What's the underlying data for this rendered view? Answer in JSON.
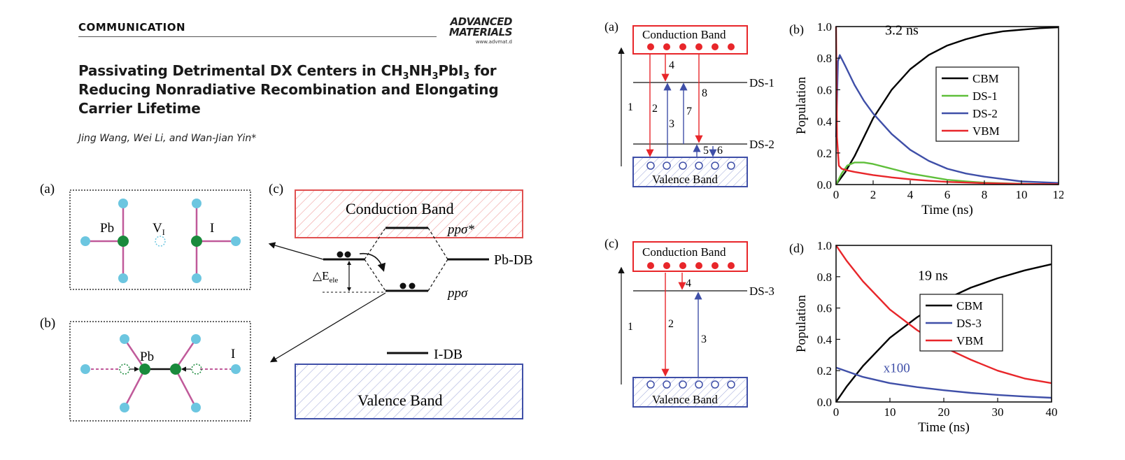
{
  "header": {
    "section": "COMMUNICATION",
    "logo_line1": "ADVANCED",
    "logo_line2": "MATERIALS",
    "logo_url": "www.advmat.d"
  },
  "article": {
    "title_part1": "Passivating Detrimental DX Centers in CH",
    "title_sub1": "3",
    "title_part2": "NH",
    "title_sub2": "3",
    "title_part3": "PbI",
    "title_sub3": "3",
    "title_part4": " for",
    "title_line2": "Reducing Nonradiative Recombination and Elongating",
    "title_line3": "Carrier Lifetime",
    "authors": "Jing Wang, Wei Li, and Wan-Jian Yin*"
  },
  "figure1": {
    "panel_a": "(a)",
    "panel_b": "(b)",
    "panel_c": "(c)",
    "pb_label": "Pb",
    "vi_label": "V",
    "vi_sub": "I",
    "i_label": "I",
    "conduction_band": "Conduction Band",
    "valence_band": "Valence Band",
    "pps_star": "ppσ*",
    "pps": "ppσ",
    "pb_db": "Pb-DB",
    "i_db": "I-DB",
    "delta_e": "△E",
    "delta_e_sub": "ele"
  },
  "figure2": {
    "panel_a": "(a)",
    "panel_c": "(c)",
    "conduction_band": "Conduction Band",
    "valence_band": "Valence Band",
    "ds1": "DS-1",
    "ds2": "DS-2",
    "ds3": "DS-3",
    "n1": "1",
    "n2": "2",
    "n3": "3",
    "n4": "4",
    "n5": "5",
    "n6": "6",
    "n7": "7",
    "n8": "8"
  },
  "colors": {
    "red": "#e8262a",
    "blue": "#3f4fa8",
    "green": "#5fbf3a",
    "cyan": "#6cc6e0",
    "darkgreen": "#1a8a3c",
    "magenta": "#c05a9a"
  },
  "chart_data": [
    {
      "panel": "(b)",
      "type": "line",
      "xlabel": "Time (ns)",
      "ylabel": "Population",
      "xlim": [
        0,
        12
      ],
      "ylim": [
        0,
        1.0
      ],
      "xticks": [
        0,
        2,
        4,
        6,
        8,
        10,
        12
      ],
      "yticks": [
        0.0,
        0.2,
        0.4,
        0.6,
        0.8,
        1.0
      ],
      "annotation": "3.2 ns",
      "legend": "top-right",
      "series": [
        {
          "name": "CBM",
          "color": "#000000",
          "x": [
            0,
            0.5,
            1,
            1.5,
            2,
            3,
            4,
            5,
            6,
            7,
            8,
            9,
            10,
            11,
            12
          ],
          "y": [
            0,
            0.08,
            0.18,
            0.3,
            0.42,
            0.6,
            0.73,
            0.82,
            0.88,
            0.92,
            0.95,
            0.97,
            0.98,
            0.99,
            0.995
          ]
        },
        {
          "name": "DS-1",
          "color": "#5fbf3a",
          "x": [
            0,
            0.3,
            0.6,
            1,
            1.5,
            2,
            3,
            4,
            5,
            6,
            7,
            8,
            10,
            12
          ],
          "y": [
            0,
            0.07,
            0.12,
            0.14,
            0.14,
            0.13,
            0.1,
            0.07,
            0.05,
            0.03,
            0.02,
            0.012,
            0.005,
            0.002
          ]
        },
        {
          "name": "DS-2",
          "color": "#3f4fa8",
          "x": [
            0,
            0.1,
            0.2,
            0.5,
            1,
            1.5,
            2,
            3,
            4,
            5,
            6,
            7,
            8,
            10,
            12
          ],
          "y": [
            0.3,
            0.78,
            0.82,
            0.75,
            0.63,
            0.53,
            0.45,
            0.32,
            0.22,
            0.15,
            0.1,
            0.07,
            0.05,
            0.02,
            0.01
          ]
        },
        {
          "name": "VBM",
          "color": "#e8262a",
          "x": [
            0,
            0.05,
            0.15,
            0.3,
            0.6,
            1,
            2,
            3,
            4,
            5,
            6,
            8,
            10,
            12
          ],
          "y": [
            1.0,
            0.3,
            0.12,
            0.1,
            0.09,
            0.08,
            0.06,
            0.045,
            0.033,
            0.024,
            0.017,
            0.009,
            0.004,
            0.002
          ]
        }
      ]
    },
    {
      "panel": "(d)",
      "type": "line",
      "xlabel": "Time (ns)",
      "ylabel": "Population",
      "xlim": [
        0,
        40
      ],
      "ylim": [
        0,
        1.0
      ],
      "xticks": [
        0,
        10,
        20,
        30,
        40
      ],
      "yticks": [
        0.0,
        0.2,
        0.4,
        0.6,
        0.8,
        1.0
      ],
      "annotation": "19 ns",
      "series_annotation": "x100",
      "legend": "right",
      "series": [
        {
          "name": "CBM",
          "color": "#000000",
          "x": [
            0,
            2,
            5,
            10,
            15,
            20,
            25,
            30,
            35,
            40
          ],
          "y": [
            0,
            0.1,
            0.23,
            0.41,
            0.54,
            0.65,
            0.73,
            0.79,
            0.84,
            0.88
          ]
        },
        {
          "name": "DS-3",
          "color": "#3f4fa8",
          "x": [
            0,
            5,
            10,
            15,
            20,
            25,
            30,
            35,
            40
          ],
          "y": [
            0.22,
            0.16,
            0.12,
            0.095,
            0.075,
            0.058,
            0.045,
            0.035,
            0.027
          ]
        },
        {
          "name": "VBM",
          "color": "#e8262a",
          "x": [
            0,
            2,
            5,
            10,
            15,
            20,
            25,
            30,
            35,
            40
          ],
          "y": [
            1.0,
            0.9,
            0.77,
            0.59,
            0.46,
            0.35,
            0.27,
            0.2,
            0.15,
            0.12
          ]
        }
      ]
    }
  ]
}
